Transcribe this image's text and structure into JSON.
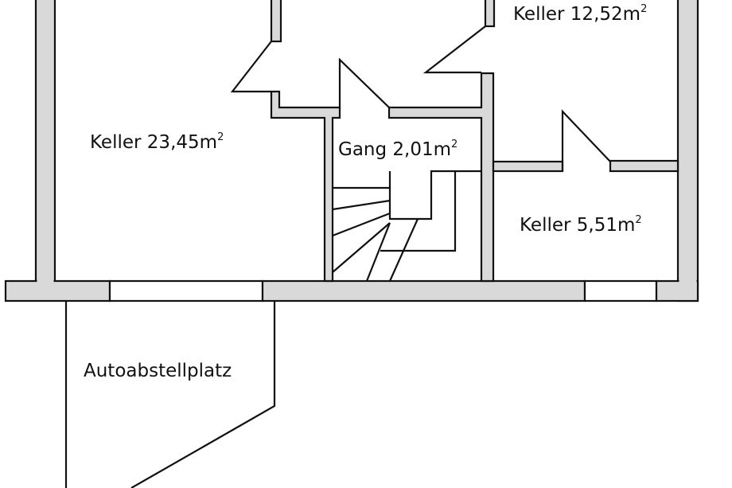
{
  "rooms": [
    {
      "name": "Keller",
      "area": "23,45",
      "unit": "m",
      "exp": "2"
    },
    {
      "name": "Gang",
      "area": "2,01",
      "unit": "m",
      "exp": "2"
    },
    {
      "name": "Keller",
      "area": "12,52",
      "unit": "m",
      "exp": "2"
    },
    {
      "name": "Keller",
      "area": "5,51",
      "unit": "m",
      "exp": "2"
    }
  ],
  "outside": {
    "label": "Autoabstellplatz"
  },
  "colors": {
    "wall": "#d9d9d9",
    "line": "#111111",
    "background": "#ffffff"
  }
}
